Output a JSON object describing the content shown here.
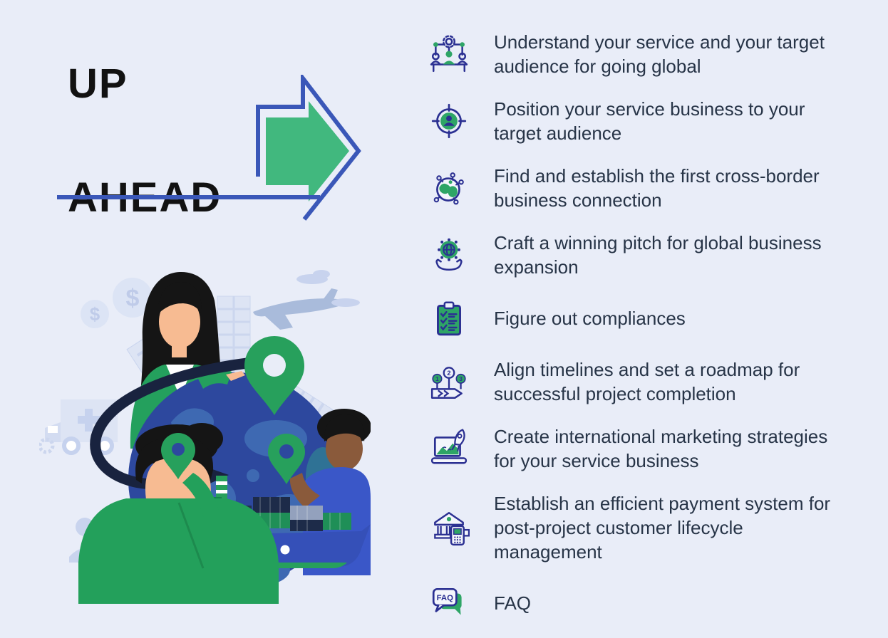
{
  "slide": {
    "background_color": "#e9edf8",
    "title": {
      "line1": "UP",
      "line2": "AHEAD",
      "color": "#121212"
    },
    "arrow": {
      "outline_color": "#3a57b8",
      "fill_color": "#41b87e"
    }
  },
  "agenda": {
    "text_color": "#273447",
    "icon_outline_color": "#2b3092",
    "icon_accent_color": "#2ea566",
    "items": [
      {
        "icon": "meeting-gear-icon",
        "text": "Understand your service and your target audience for going global"
      },
      {
        "icon": "target-audience-icon",
        "text": "Position your service business to your target audience"
      },
      {
        "icon": "globe-network-icon",
        "text": "Find and establish the first cross-border business connection"
      },
      {
        "icon": "pitch-hand-globe-icon",
        "text": "Craft a winning pitch for global business expansion"
      },
      {
        "icon": "compliance-clipboard-icon",
        "text": "Figure out compliances"
      },
      {
        "icon": "roadmap-milestones-icon",
        "text": "Align timelines and set a roadmap for successful project completion"
      },
      {
        "icon": "marketing-laptop-rocket-icon",
        "text": "Create international marketing strategies for your service business"
      },
      {
        "icon": "bank-payment-icon",
        "text": "Establish an efficient payment system for post-project customer lifecycle management"
      },
      {
        "icon": "faq-bubble-icon",
        "text": "FAQ"
      }
    ],
    "icon_labels": {
      "faq": "FAQ",
      "milestone_1": "1",
      "milestone_2": "2",
      "milestone_3": "3"
    }
  },
  "illustration": {
    "name": "global-business-teamwork",
    "coin_symbol": "$",
    "colors": {
      "globe": "#2d489e",
      "continents": "#3e69b2",
      "continent_teal": "#2f7295",
      "green": "#27a05c",
      "motion_arrow": "#19233f",
      "ship_hull": "#3550b8",
      "background_props": "#dde4f4",
      "skin_light": "#f7bb92",
      "skin_dark": "#8a5a3b",
      "shirt_blue": "#3a57c8"
    }
  }
}
